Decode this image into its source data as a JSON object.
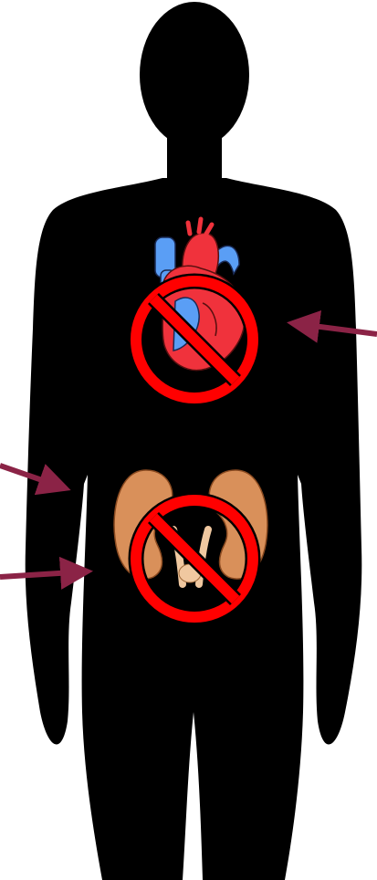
{
  "figure": {
    "silhouette_icon": "human-silhouette",
    "organs": [
      {
        "icon": "heart-icon",
        "status": "prohibited"
      },
      {
        "icon": "kidneys-icon",
        "status": "prohibited"
      }
    ],
    "prohibition_icon": "no-symbol-icon",
    "arrow_count": 3
  },
  "colors": {
    "background": "#ffffff",
    "silhouette": "#000000",
    "arrow": "#8b2346",
    "prohibition": "#ff0000",
    "heart_red": "#f0323c",
    "heart_blue": "#5a9ef5",
    "kidney": "#d9905a",
    "kidney_dark": "#b8703e",
    "ureter": "#f0c8a0"
  }
}
